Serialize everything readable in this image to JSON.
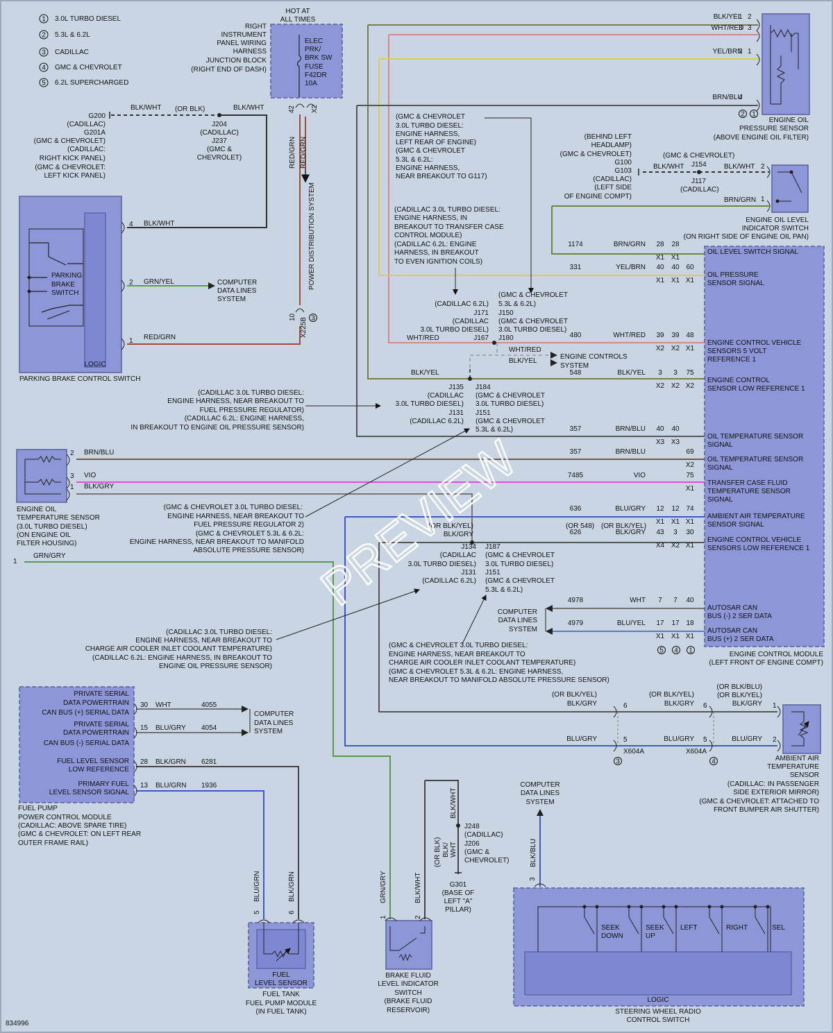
{
  "legend": [
    {
      "num": "1",
      "text": "3.0L TURBO DIESEL"
    },
    {
      "num": "2",
      "text": "5.3L & 6.2L"
    },
    {
      "num": "3",
      "text": "CADILLAC"
    },
    {
      "num": "4",
      "text": "GMC & CHEVROLET"
    },
    {
      "num": "5",
      "text": "6.2L SUPERCHARGED"
    }
  ],
  "fuse": {
    "hot_label": [
      "HOT AT",
      "ALL TIMES"
    ],
    "source_label": [
      "RIGHT",
      "INSTRUMENT",
      "PANEL WIRING",
      "HARNESS",
      "JUNCTION BLOCK",
      "(RIGHT END OF DASH)"
    ],
    "fuse_label": [
      "ELEC",
      "PRK/",
      "BRK SW",
      "FUSE",
      "F42DR",
      "10A"
    ],
    "pins": [
      "42",
      "X2"
    ],
    "wires": [
      "RED/GRN",
      "RED/GRN"
    ],
    "pds_label": "POWER DISTRIBUTION SYSTEM",
    "x225b": [
      "10",
      "X225B"
    ]
  },
  "ground_g200": {
    "lines": [
      "G200",
      "(CADILLAC)",
      "G201A",
      "(GMC & CHEVROLET)",
      "(CADILLAC:",
      "RIGHT KICK PANEL)",
      "(GMC & CHEVROLET:",
      "LEFT KICK PANEL)"
    ],
    "wire1": "BLK/WHT",
    "or_blk": "(OR BLK)",
    "wire2": "BLK/WHT",
    "splice": [
      "J204",
      "(CADILLAC)",
      "J237",
      "(GMC &",
      "CHEVROLET)"
    ]
  },
  "parking_brake": {
    "label": "PARKING BRAKE CONTROL SWITCH",
    "switch_text": [
      "PARKING",
      "BRAKE",
      "SWITCH"
    ],
    "logic": "LOGIC",
    "pins": [
      {
        "pin": "4",
        "wire": "BLK/WHT"
      },
      {
        "pin": "2",
        "wire": "GRN/YEL"
      },
      {
        "pin": "1",
        "wire": "RED/GRN"
      }
    ],
    "cdls": [
      "COMPUTER",
      "DATA LINES",
      "SYSTEM"
    ]
  },
  "oil_pressure_sensor": {
    "label": [
      "ENGINE OIL",
      "PRESSURE SENSOR",
      "(ABOVE ENGINE OIL FILTER)"
    ],
    "rows": [
      {
        "wire": "BLK/YEL",
        "a": "1",
        "b": "2"
      },
      {
        "wire": "WHT/RED",
        "a": "3",
        "b": "3"
      },
      {
        "wire": "YEL/BRN",
        "a": "2",
        "b": "1"
      },
      {
        "wire": "BRN/BLU",
        "a": "4",
        "b": ""
      }
    ],
    "notes": [
      "2",
      "1"
    ]
  },
  "oil_level_switch": {
    "label": [
      "ENGINE OIL LEVEL",
      "INDICATOR SWITCH",
      "(ON RIGHT SIDE OF ENGINE OIL PAN)"
    ],
    "ground": [
      "(BEHIND LEFT",
      "HEADLAMP)",
      "(GMC & CHEVROLET)",
      "G100",
      "G103",
      "(CADILLAC)",
      "(LEFT SIDE",
      "OF ENGINE COMPT)"
    ],
    "gmc": "(GMC & CHEVROLET)",
    "w1": "BLK/WHT",
    "j154": "J154",
    "w2": "BLK/WHT",
    "pin2": "2",
    "j117": [
      "J117",
      "(CADILLAC)"
    ],
    "brn": "BRN/GRN",
    "pin1": "1"
  },
  "harness_note_1": [
    "(GMC & CHEVROLET",
    "3.0L TURBO DIESEL:",
    "ENGINE HARNESS,",
    "LEFT REAR OF ENGINE)",
    "(GMC & CHEVROLET",
    "5.3L & 6.2L:",
    "ENGINE HARNESS,",
    "NEAR BREAKOUT TO G117)"
  ],
  "harness_note_2": [
    "(CADILLAC 3.0L TURBO DIESEL:",
    "ENGINE HARNESS, IN",
    "BREAKOUT TO TRANSFER CASE",
    "CONTROL MODULE)",
    "(CADILLAC 6.2L: ENGINE",
    "HARNESS, IN BREAKOUT",
    "TO EVEN IGNITION COILS)"
  ],
  "splice_j171": [
    "(CADILLAC 6.2L)",
    "J171",
    "(CADILLAC",
    "3.0L TURBO DIESEL)",
    "J167"
  ],
  "splice_j150": [
    "(GMC & CHEVROLET",
    "5.3L & 6.2L)",
    "J150",
    "(GMC & CHEVROLET",
    "3.0L TURBO DIESEL)",
    "J180"
  ],
  "ecs": {
    "w1": "WHT/RED",
    "w2": "WHT/RED",
    "w3": "BLK/YEL",
    "label": [
      "ENGINE CONTROLS",
      "SYSTEM"
    ]
  },
  "splice_j135": [
    "J135",
    "(CADILLAC",
    "3.0L TURBO DIESEL)",
    "J131",
    "(CADILLAC 6.2L)"
  ],
  "splice_j184": [
    "J184",
    "(GMC & CHEVROLET",
    "3.0L TURBO DIESEL)",
    "J151",
    "(GMC & CHEVROLET",
    "5.3L & 6.2L)"
  ],
  "harness_note_3": [
    "(CADILLAC 3.0L TURBO DIESEL:",
    "ENGINE HARNESS, NEAR BREAKOUT TO",
    "FUEL PRESSURE REGULATOR)",
    "(CADILLAC 6.2L: ENGINE HARNESS,",
    "IN BREAKOUT TO ENGINE OIL PRESSURE SENSOR)"
  ],
  "harness_note_4": [
    "(GMC & CHEVROLET 3.0L TURBO DIESEL:",
    "ENGINE HARNESS, NEAR BREAKOUT TO",
    "FUEL PRESSURE REGULATOR 2)",
    "(GMC & CHEVROLET 5.3L & 6.2L:",
    "ENGINE HARNESS, NEAR BREAKOUT TO MANIFOLD",
    "ABSOLUTE PRESSURE SENSOR)"
  ],
  "eot_sensor": {
    "label": [
      "ENGINE OIL",
      "TEMPERATURE SENSOR",
      "(3.0L TURBO DIESEL)",
      "(ON ENGINE OIL",
      "FILTER HOUSING)"
    ],
    "pins": [
      {
        "pin": "2",
        "wire": "BRN/BLU"
      },
      {
        "pin": "3",
        "wire": "VIO"
      },
      {
        "pin": "1",
        "wire": "BLK/GRY"
      }
    ]
  },
  "ecm": {
    "label": [
      "ENGINE CONTROL MODULE",
      "(LEFT FRONT OF ENGINE COMPT)"
    ],
    "rows": [
      {
        "circuit": "1174",
        "wire": "BRN/GRN",
        "p1": "28",
        "p2": "28",
        "p3": "",
        "c1": "X1",
        "c2": "X1",
        "c3": "",
        "sig": [
          "OIL LEVEL SWITCH SIGNAL"
        ]
      },
      {
        "circuit": "331",
        "wire": "YEL/BRN",
        "p1": "40",
        "p2": "40",
        "p3": "60",
        "c1": "X1",
        "c2": "X1",
        "c3": "X1",
        "sig": [
          "OIL PRESSURE",
          "SENSOR SIGNAL"
        ]
      },
      {
        "circuit": "480",
        "wire": "WHT/RED",
        "p1": "39",
        "p2": "39",
        "p3": "48",
        "c1": "X2",
        "c2": "X2",
        "c3": "X1",
        "sig": [
          "ENGINE CONTROL VEHICLE",
          "SENSORS 5 VOLT",
          "REFERENCE 1"
        ]
      },
      {
        "circuit": "548",
        "wire": "BLK/YEL",
        "p1": "3",
        "p2": "3",
        "p3": "75",
        "c1": "X2",
        "c2": "X2",
        "c3": "X2",
        "sig": [
          "ENGINE CONTROL",
          "SENSOR LOW REFERENCE 1"
        ]
      },
      {
        "circuit": "357",
        "wire": "BRN/BLU",
        "p1": "40",
        "p2": "40",
        "p3": "",
        "c1": "X3",
        "c2": "X3",
        "c3": "",
        "sig": [
          "OIL TEMPERATURE SENSOR",
          "SIGNAL"
        ]
      },
      {
        "circuit": "357",
        "wire": "BRN/BLU",
        "p1": "",
        "p2": "",
        "p3": "69",
        "c1": "",
        "c2": "",
        "c3": "X2",
        "sig": [
          "OIL TEMPERATURE SENSOR",
          "SIGNAL"
        ]
      },
      {
        "circuit": "7485",
        "wire": "VIO",
        "p1": "",
        "p2": "",
        "p3": "75",
        "c1": "",
        "c2": "",
        "c3": "X1",
        "sig": [
          "TRANSFER CASE FLUID",
          "TEMPERATURE SENSOR",
          "SIGNAL"
        ]
      },
      {
        "circuit": "636",
        "wire": "BLU/GRY",
        "p1": "12",
        "p2": "12",
        "p3": "74",
        "c1": "X1",
        "c2": "X1",
        "c3": "X1",
        "sig": [
          "AMBIENT AIR TEMPERATURE",
          "SENSOR SIGNAL"
        ]
      },
      {
        "circuit": "626",
        "wire": "BLK/GRY",
        "p1": "43",
        "p2": "3",
        "p3": "30",
        "c1": "X4",
        "c2": "X2",
        "c3": "X1",
        "sig": [
          "ENGINE CONTROL VEHICLE",
          "SENSORS LOW REFERENCE 1"
        ]
      },
      {
        "circuit": "4978",
        "wire": "WHT",
        "p1": "7",
        "p2": "7",
        "p3": "40",
        "c1": "",
        "c2": "",
        "c3": "",
        "sig": [
          "AUTOSAR CAN",
          "BUS (-) 2 SER DATA"
        ]
      },
      {
        "circuit": "4979",
        "wire": "BLU/YEL",
        "p1": "17",
        "p2": "17",
        "p3": "18",
        "c1": "X1",
        "c2": "X1",
        "c3": "X1",
        "sig": [
          "AUTOSAR CAN",
          "BUS (+) 2 SER DATA"
        ]
      }
    ],
    "or548": "(OR 548)",
    "orblkyel": "(OR BLK/YEL)",
    "variants": [
      "5",
      "4",
      "1"
    ],
    "cdls": [
      "COMPUTER",
      "DATA LINES",
      "SYSTEM"
    ]
  },
  "splice_j134": {
    "top": [
      "(OR BLK/YEL)",
      "BLK/GRY"
    ],
    "left": [
      "J134",
      "(CADILLAC",
      "3.0L TURBO DIESEL)",
      "J131",
      "(CADILLAC 6.2L)"
    ],
    "right": [
      "J187",
      "(GMC & CHEVROLET",
      "3.0L TURBO DIESEL)",
      "J151",
      "(GMC & CHEVROLET",
      "5.3L & 6.2L)"
    ]
  },
  "grn_gry": {
    "pin": "1",
    "wire": "GRN/GRY"
  },
  "harness_note_5": [
    "(CADILLAC 3.0L TURBO DIESEL:",
    "ENGINE HARNESS, NEAR BREAKOUT TO",
    "CHARGE AIR COOLER INLET COOLANT TEMPERATURE)",
    "(CADILLAC 6.2L: ENGINE HARNESS, IN BREAKOUT TO",
    "ENGINE OIL PRESSURE SENSOR)"
  ],
  "harness_note_6": [
    "(GMC & CHEVROLET 3.0L TURBO DIESEL:",
    "ENGINE HARNESS, NEAR BREAKOUT TO",
    "CHARGE AIR COOLER INLET COOLANT TEMPERATURE)",
    "(GMC & CHEVROLET 5.3L & 6.2L: ENGINE HARNESS,",
    "NEAR BREAKOUT TO MANIFOLD ABSOLUTE PRESSURE SENSOR)"
  ],
  "aat": {
    "label": [
      "AMBIENT AIR",
      "TEMPERATURE",
      "SENSOR",
      "(CADILLAC: IN PASSENGER",
      "SIDE EXTERIOR MIRROR)",
      "(GMC & CHEVROLET: ATTACHED TO",
      "FRONT BUMPER AIR SHUTTER)"
    ],
    "t1": [
      "(OR BLK/YEL)",
      "BLK/GRY"
    ],
    "t2": [
      "(OR BLK/YEL)",
      "BLK/GRY"
    ],
    "t3": [
      "(OR BLK/BLU)",
      "(OR BLK/YEL)",
      "BLK/GRY"
    ],
    "pin6a": "6",
    "pin6b": "6",
    "pin1": "1",
    "b1": "BLU/GRY",
    "b2": "BLU/GRY",
    "b3": "BLU/GRY",
    "pin5a": "5",
    "pin5b": "5",
    "pin2": "2",
    "x604a": "X604A",
    "x604b": "X604A",
    "n3": "3",
    "n4": "4"
  },
  "fppcm": {
    "label": [
      "FUEL PUMP",
      "POWER CONTROL MODULE",
      "(CADILLAC: ABOVE SPARE TIRE)",
      "(GMC & CHEVROLET: ON LEFT REAR",
      "OUTER FRAME RAIL)"
    ],
    "rows": [
      {
        "sig": [
          "PRIVATE SERIAL",
          "DATA POWERTRAIN",
          "CAN BUS (+) SERIAL DATA"
        ],
        "pin": "30",
        "wire": "WHT",
        "circuit": "4055"
      },
      {
        "sig": [
          "PRIVATE SERIAL",
          "DATA POWERTRAIN",
          "CAN BUS (-) SERIAL DATA"
        ],
        "pin": "15",
        "wire": "BLU/GRY",
        "circuit": "4054"
      },
      {
        "sig": [
          "FUEL LEVEL SENSOR",
          "LOW REFERENCE"
        ],
        "pin": "28",
        "wire": "BLK/GRN",
        "circuit": "6281"
      },
      {
        "sig": [
          "PRIMARY FUEL",
          "LEVEL SENSOR SIGNAL"
        ],
        "pin": "13",
        "wire": "BLU/GRN",
        "circuit": "1936"
      }
    ],
    "cdls": [
      "COMPUTER",
      "DATA LINES",
      "SYSTEM"
    ]
  },
  "fuel_tank": {
    "label": [
      "FUEL TANK",
      "FUEL PUMP MODULE",
      "(IN FUEL TANK)"
    ],
    "inner": [
      "FUEL",
      "LEVEL SENSOR"
    ],
    "pins": [
      {
        "pin": "5",
        "wire": "BLU/GRN"
      },
      {
        "pin": "6",
        "wire": "BLK/GRN"
      }
    ]
  },
  "brake_fluid": {
    "label": [
      "BRAKE FLUID",
      "LEVEL INDICATOR",
      "SWITCH",
      "(BRAKE FLUID",
      "RESERVOIR)"
    ],
    "pins": [
      {
        "pin": "1",
        "wire": "GRN/GRY"
      },
      {
        "pin": "2",
        "wire": "BLK/WHT"
      }
    ],
    "top_wire": "BLK/WHT",
    "alt": [
      "(OR BLK)",
      "BLK/",
      "WHT"
    ],
    "splice": [
      "J248",
      "(CADILLAC)",
      "J206",
      "(GMC &",
      "CHEVROLET)"
    ],
    "ground": [
      "G301",
      "(BASE OF",
      "LEFT \"A\"",
      "PILLAR)"
    ]
  },
  "radio_switch": {
    "label": [
      "STEERING WHEEL RADIO",
      "CONTROL SWITCH"
    ],
    "logic": "LOGIC",
    "buttons": [
      [
        "SEEK",
        "DOWN"
      ],
      [
        "SEEK",
        "UP"
      ],
      [
        "LEFT"
      ],
      [
        "RIGHT"
      ],
      [
        "SEL"
      ]
    ],
    "pin": "3",
    "wire": "BLK/BLU",
    "cdls": [
      "COMPUTER",
      "DATA LINES",
      "SYSTEM"
    ]
  },
  "watermark": "PREVIEW",
  "figure_id": "834996"
}
